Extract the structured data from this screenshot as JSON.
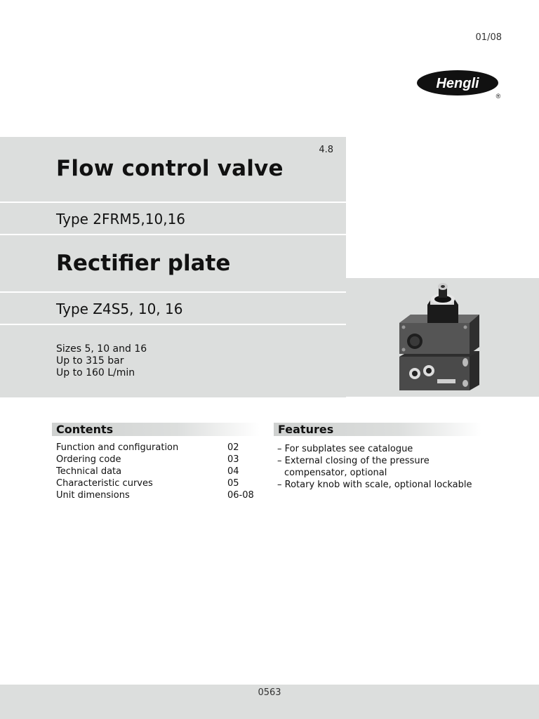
{
  "header": {
    "page_number": "01/08",
    "brand": "Hengli",
    "registered_mark": "®"
  },
  "title_block": {
    "section_code": "4.8",
    "title": "Flow control valve",
    "type_1": "Type 2FRM5,10,16",
    "title_2": "Rectifier plate",
    "type_2": "Type Z4S5, 10, 16",
    "specs": [
      "Sizes 5, 10 and 16",
      "Up to 315 bar",
      "Up to 160 L/min"
    ]
  },
  "contents": {
    "heading": "Contents",
    "items": [
      {
        "label": "Function and configuration",
        "page": "02"
      },
      {
        "label": "Ordering code",
        "page": "03"
      },
      {
        "label": "Technical data",
        "page": "04"
      },
      {
        "label": "Characteristic curves",
        "page": "05"
      },
      {
        "label": "Unit dimensions",
        "page": "06-08"
      }
    ]
  },
  "features": {
    "heading": "Features",
    "items": [
      "– For subplates see catalogue",
      "– External closing of the pressure compensator, optional",
      "– Rotary knob with scale, optional lockable"
    ]
  },
  "footer": {
    "code": "0563"
  },
  "colors": {
    "band_gray": "#dcdedd",
    "logo_black": "#111111",
    "text": "#111111"
  }
}
